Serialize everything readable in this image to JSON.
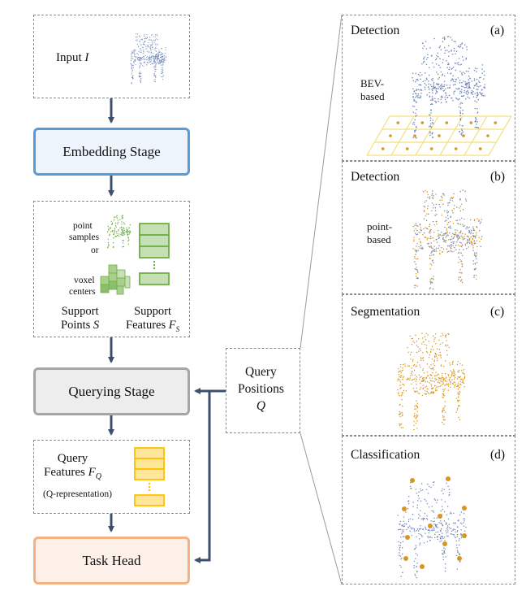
{
  "left": {
    "input_label": "Input",
    "input_symbol": "I",
    "embedding_stage": "Embedding Stage",
    "point_samples": [
      "point",
      "samples"
    ],
    "or_text": "or",
    "voxel_centers": [
      "voxel",
      "centers"
    ],
    "support_points": [
      "Support",
      "Points"
    ],
    "support_points_symbol": "S",
    "support_features": [
      "Support",
      "Features"
    ],
    "support_features_symbol": "F",
    "support_features_sub": "S",
    "querying_stage": "Querying Stage",
    "query_features": "Query",
    "query_features_line2": "Features",
    "query_features_symbol": "F",
    "query_features_sub": "Q",
    "q_representation": "(Q-representation)",
    "task_head": "Task Head"
  },
  "query_positions": {
    "line1": "Query",
    "line2": "Positions",
    "symbol": "Q"
  },
  "panels": [
    {
      "title": "Detection",
      "tag": "(a)",
      "note": [
        "BEV-",
        "based"
      ]
    },
    {
      "title": "Detection",
      "tag": "(b)",
      "note": [
        "point-",
        "based"
      ]
    },
    {
      "title": "Segmentation",
      "tag": "(c)",
      "note": []
    },
    {
      "title": "Classification",
      "tag": "(d)",
      "note": []
    }
  ],
  "colors": {
    "arrow": "#3d4f6d",
    "embedding_border": "#5b9bd5",
    "embedding_fill": "#edf4fb",
    "querying_border": "#a6a6a6",
    "querying_fill": "#ededed",
    "taskhead_border": "#f4b183",
    "taskhead_fill": "#fdf0e8",
    "support_feature_green": "#70ad47",
    "query_feature_yellow": "#ffc000",
    "chair_blue": "#6f86b9",
    "chair_orange": "#d9961e",
    "bev_grid": "#f2e07a"
  }
}
